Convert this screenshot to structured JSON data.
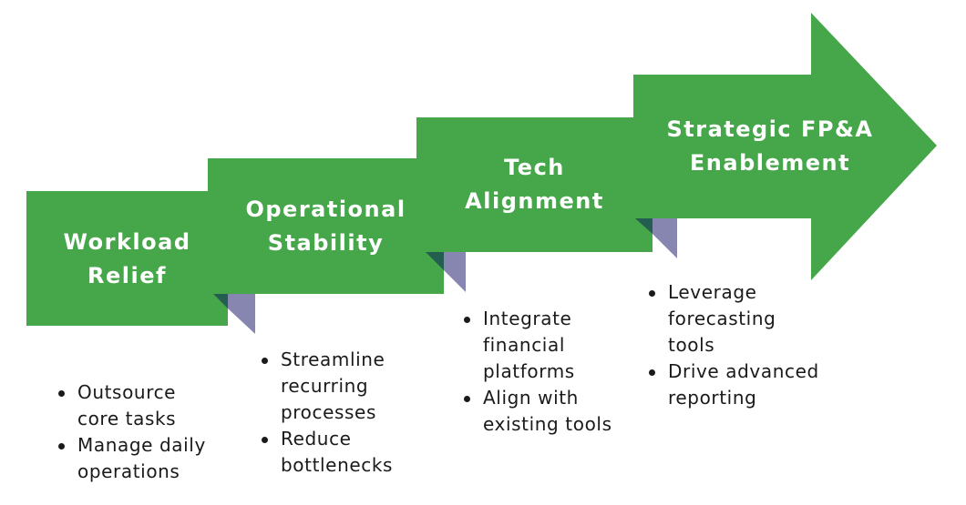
{
  "colors": {
    "green": "#46a64a",
    "fold_dark": "#245e50",
    "fold_purple": "#8786b0",
    "text_white": "#ffffff",
    "bullet_text": "#1a1a1a"
  },
  "steps": [
    {
      "title_line1": "Workload",
      "title_line2": "Relief",
      "bullets": [
        "Outsource core tasks",
        "Manage daily operations"
      ]
    },
    {
      "title_line1": "Operational",
      "title_line2": "Stability",
      "bullets": [
        "Streamline recurring processes",
        "Reduce bottlenecks"
      ]
    },
    {
      "title_line1": "Tech",
      "title_line2": "Alignment",
      "bullets": [
        "Integrate financial platforms",
        "Align with existing tools"
      ]
    },
    {
      "title_line1": "Strategic FP&A",
      "title_line2": "Enablement",
      "bullets": [
        "Leverage forecasting tools",
        "Drive advanced reporting"
      ]
    }
  ]
}
